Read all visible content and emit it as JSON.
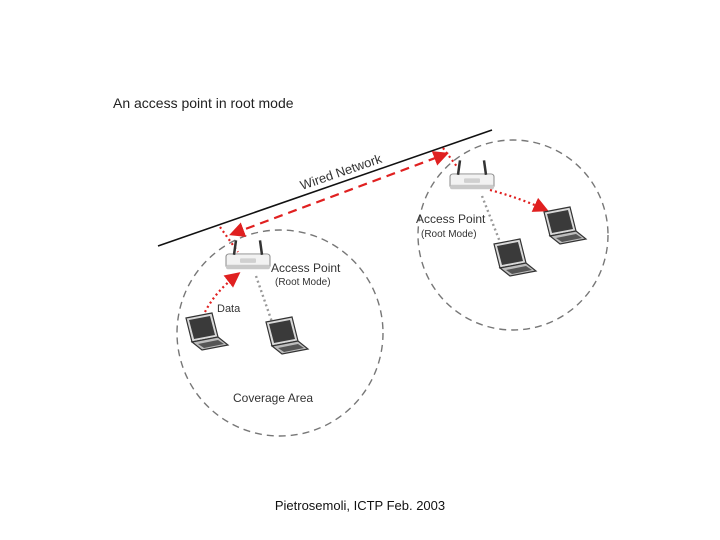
{
  "slide": {
    "title": "An access point in root mode",
    "footer": "Pietrosemoli, ICTP Feb. 2003"
  },
  "diagram": {
    "wired_network_label": "Wired Network",
    "left_cell": {
      "ap_label": "Access Point",
      "ap_mode": "(Root Mode)",
      "data_label": "Data",
      "coverage_label": "Coverage Area"
    },
    "right_cell": {
      "ap_label": "Access Point",
      "ap_mode": "(Root Mode)"
    }
  },
  "colors": {
    "data_link": "#e02020",
    "wireless_link": "#999999",
    "coverage_border": "#777777",
    "backbone": "#111111"
  }
}
